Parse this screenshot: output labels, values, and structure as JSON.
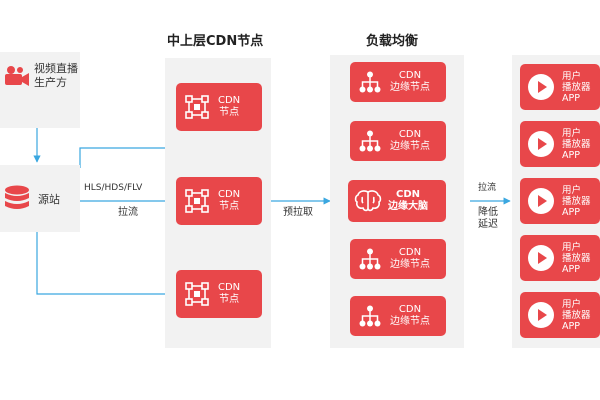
{
  "colors": {
    "box": "#e8474a",
    "panel": "#f2f2f2",
    "line": "#3aa7e0",
    "text": "#333333"
  },
  "sources": {
    "producer": {
      "label_lines": [
        "视频直播",
        "生产方"
      ],
      "icon": "video-camera-icon"
    },
    "origin": {
      "label": "源站",
      "icon": "database-icon"
    }
  },
  "mid_tier": {
    "title": "中上层CDN节点",
    "nodes": [
      {
        "label_lines": [
          "CDN",
          "节点"
        ],
        "icon": "node-network-icon"
      },
      {
        "label_lines": [
          "CDN",
          "节点"
        ],
        "icon": "node-network-icon"
      },
      {
        "label_lines": [
          "CDN",
          "节点"
        ],
        "icon": "node-network-icon"
      }
    ]
  },
  "load_balance": {
    "title": "负载均衡",
    "nodes": [
      {
        "label_lines": [
          "CDN",
          "边缘节点"
        ],
        "icon": "hierarchy-icon"
      },
      {
        "label_lines": [
          "CDN",
          "边缘节点"
        ],
        "icon": "hierarchy-icon"
      },
      {
        "label_lines": [
          "CDN",
          "边缘大脑"
        ],
        "icon": "brain-icon"
      },
      {
        "label_lines": [
          "CDN",
          "边缘节点"
        ],
        "icon": "hierarchy-icon"
      },
      {
        "label_lines": [
          "CDN",
          "边缘节点"
        ],
        "icon": "hierarchy-icon"
      }
    ]
  },
  "users": [
    {
      "label_lines": [
        "用户",
        "播放器",
        "APP"
      ],
      "icon": "play-icon"
    },
    {
      "label_lines": [
        "用户",
        "播放器",
        "APP"
      ],
      "icon": "play-icon"
    },
    {
      "label_lines": [
        "用户",
        "播放器",
        "APP"
      ],
      "icon": "play-icon"
    },
    {
      "label_lines": [
        "用户",
        "播放器",
        "APP"
      ],
      "icon": "play-icon"
    },
    {
      "label_lines": [
        "用户",
        "播放器",
        "APP"
      ],
      "icon": "play-icon"
    }
  ],
  "edge_labels": {
    "protocols": "HLS/HDS/FLV",
    "pull_origin": "拉流",
    "prefetch": "预拉取",
    "pull_user": "拉流",
    "reduce_latency": [
      "降低",
      "延迟"
    ]
  }
}
